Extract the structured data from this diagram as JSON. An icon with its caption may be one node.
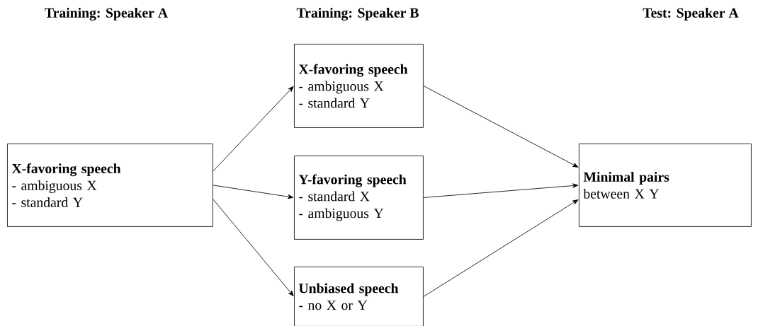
{
  "diagram": {
    "nodes": [
      {
        "text": [
          "X-favoring speech",
          "- ambiguous X",
          "- standard Y"
        ]
      },
      {
        "text": [
          "X-favoring speech",
          "- ambiguous X",
          "- standard Y"
        ]
      },
      {
        "text": [
          "Y-favoring speech",
          "- standard X",
          "- ambiguous Y"
        ]
      },
      {
        "text": [
          "Unbiased speech",
          "- no X or Y"
        ]
      },
      {
        "text": [
          "Minimal pairs",
          "between X Y"
        ]
      }
    ],
    "edges": [
      {
        "from": 0,
        "to": 1,
        "arrow": "to"
      },
      {
        "from": 0,
        "to": 2,
        "arrow": "to"
      },
      {
        "from": 0,
        "to": 3,
        "arrow": "to"
      },
      {
        "from": 1,
        "to": 4,
        "arrow": "to"
      },
      {
        "from": 2,
        "to": 4,
        "arrow": "to"
      },
      {
        "from": 3,
        "to": 4,
        "arrow": "to"
      }
    ],
    "labels": [
      "Training: Speaker A",
      "Training: Speaker B",
      "Test: Speaker A"
    ]
  }
}
